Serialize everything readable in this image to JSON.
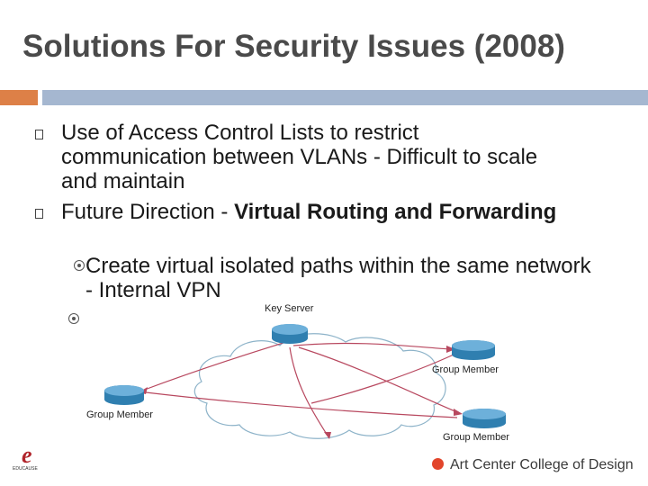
{
  "slide": {
    "title": "Solutions For Security Issues (2008)"
  },
  "bullets": [
    {
      "text": "Use of Access Control Lists to restrict communication between VLANs - Difficult to scale and maintain"
    },
    {
      "text_pre": "Future Direction - ",
      "text_bold": "Virtual Routing and Forwarding"
    }
  ],
  "sub_bullets": [
    {
      "text": "Create virtual isolated paths within the same network - Internal VPN"
    }
  ],
  "diagram": {
    "key_server_label": "Key Server",
    "group_member_labels": [
      "Group Member",
      "Group Member",
      "Group Member"
    ]
  },
  "logos": {
    "left_text": "EDUCAUSE",
    "right_text": "Art Center College of Design",
    "right_dot_color": "#e2452b"
  },
  "colors": {
    "accent_orange": "#dd8047",
    "accent_blue": "#a5b7d0",
    "router_blue": "#2f7fb0"
  }
}
